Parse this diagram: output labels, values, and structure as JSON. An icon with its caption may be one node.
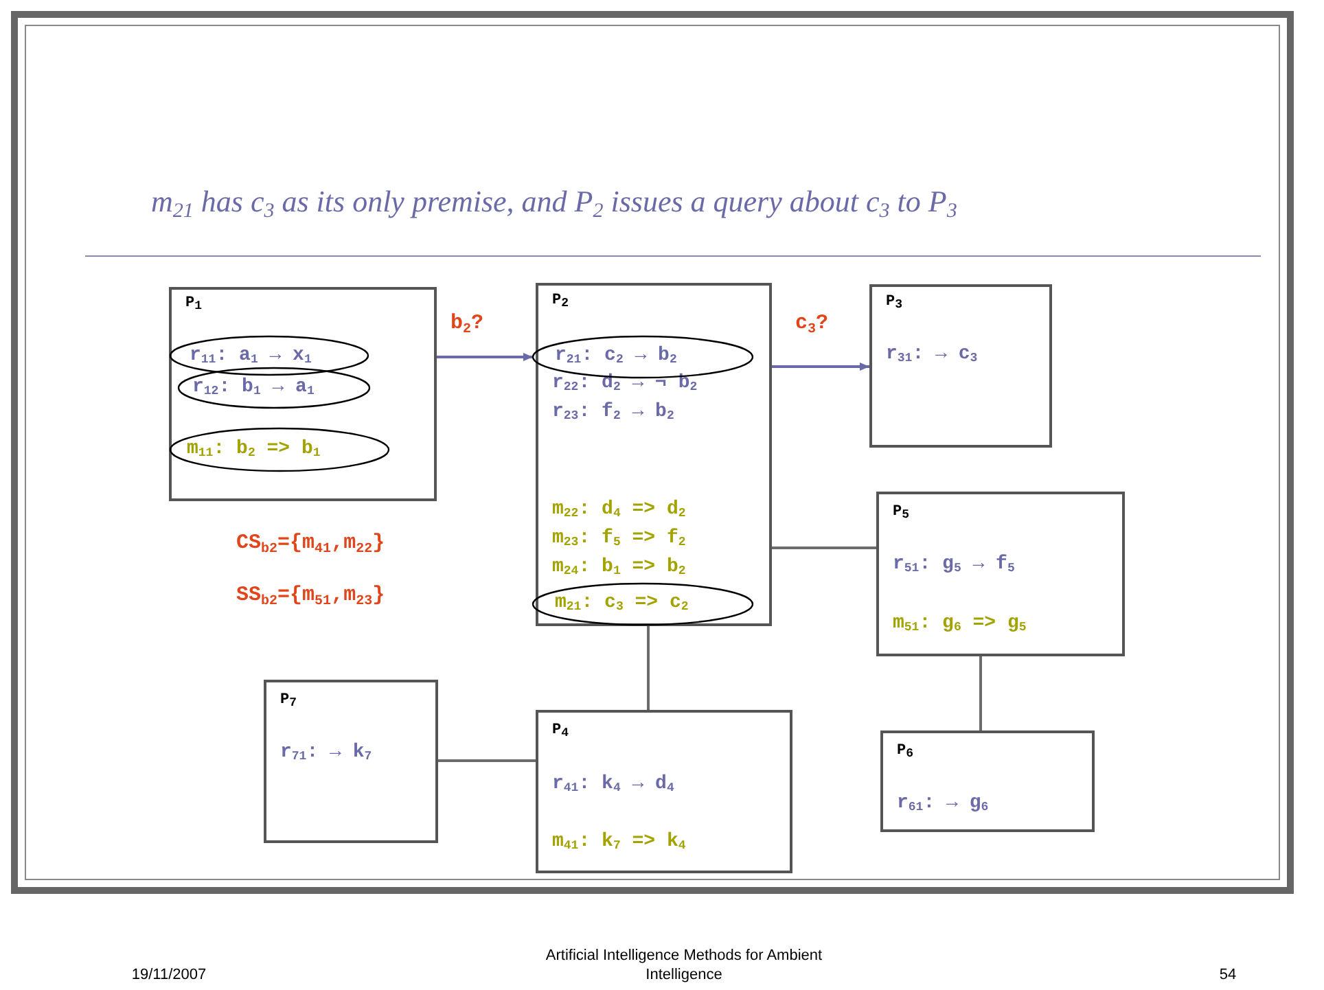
{
  "diagram": {
    "title": "m$_{21}$ has c$_{3}$ as its only premise, and P$_{2}$ issues a query about c$_{3}$ to P$_{3}$",
    "nodes": [
      {
        "text": [
          "P$_{1}$"
        ]
      },
      {
        "text": [
          "r$_{11}$: a$_{1}$ → x$_{1}$"
        ],
        "in": 0
      },
      {
        "text": [
          "r$_{12}$: b$_{1}$ → a$_{1}$"
        ],
        "in": 0
      },
      {
        "text": [
          "m$_{11}$: b$_{2}$ => b$_{1}$"
        ],
        "in": 0
      },
      {
        "text": [
          "P$_{2}$",
          "r$_{22}$: d$_{2}$ → ¬ b$_{2}$",
          "r$_{23}$: f$_{2}$ → b$_{2}$",
          "m$_{22}$: d$_{4}$ => d$_{2}$",
          "m$_{23}$: f$_{5}$ => f$_{2}$",
          "m$_{24}$: b$_{1}$ => b$_{2}$"
        ]
      },
      {
        "text": [
          "r$_{21}$: c$_{2}$ → b$_{2}$"
        ],
        "in": 4
      },
      {
        "text": [
          "m$_{21}$: c$_{3}$ => c$_{2}$"
        ],
        "in": 4
      },
      {
        "text": [
          "P$_{3}$",
          "r$_{31}$: → c$_{3}$"
        ]
      },
      {
        "text": [
          "P$_{5}$",
          "r$_{51}$: g$_{5}$ → f$_{5}$",
          "m$_{51}$: g$_{6}$ => g$_{5}$"
        ]
      },
      {
        "text": [
          "P$_{7}$",
          "r$_{71}$: → k$_{7}$"
        ]
      },
      {
        "text": [
          "P$_{4}$",
          "r$_{41}$: k$_{4}$ → d$_{4}$",
          "m$_{41}$: k$_{7}$ => k$_{4}$"
        ]
      },
      {
        "text": [
          "P$_{6}$",
          "r$_{61}$: → g$_{6}$"
        ]
      }
    ],
    "edges": [
      {
        "from": 0,
        "to": 5,
        "arrow": "to",
        "label": "b$_{2}$?",
        "color": "#6a6aa8"
      },
      {
        "from": 4,
        "to": 7,
        "arrow": "to",
        "label": "c$_{3}$?",
        "color": "#6a6aa8"
      },
      {
        "from": 4,
        "to": 8,
        "arrow": "none"
      },
      {
        "from": 4,
        "to": 10,
        "arrow": "none"
      },
      {
        "from": 9,
        "to": 10,
        "arrow": "none"
      },
      {
        "from": 8,
        "to": 11,
        "arrow": "none"
      }
    ],
    "labels": [
      "CS$_{b2}$={m$_{41}$,m$_{22}$}",
      "SS$_{b2}$={m$_{51}$,m$_{23}$}",
      "19/11/2007",
      "Artificial Intelligence Methods for Ambient Intelligence",
      "54"
    ]
  }
}
